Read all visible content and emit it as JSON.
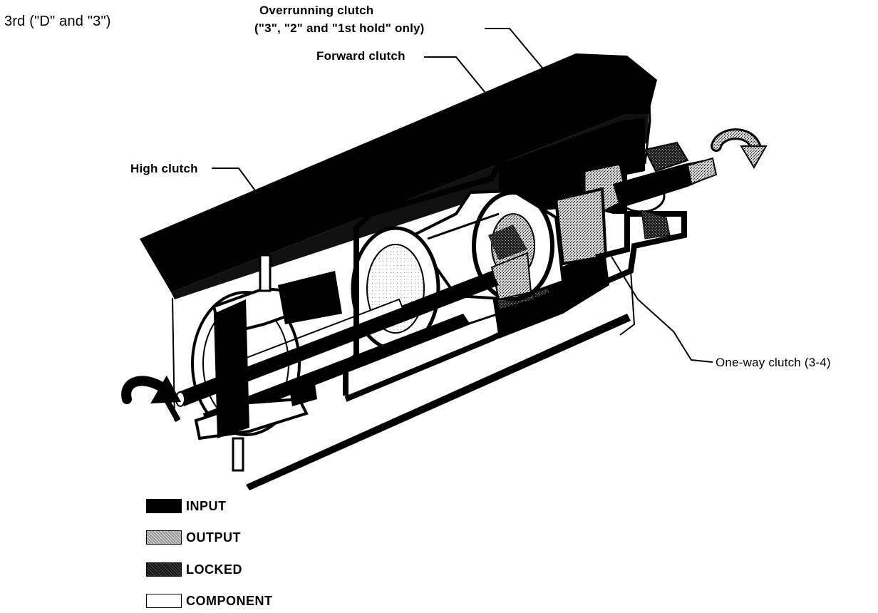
{
  "title": "3rd (\"D\" and \"3\")",
  "labels": {
    "overrunning_clutch_line1": "Overrunning clutch",
    "overrunning_clutch_line2": "(\"3\", \"2\" and \"1st hold\" only)",
    "forward_clutch": "Forward clutch",
    "high_clutch": "High clutch",
    "one_way_clutch": "One-way clutch (3-4)"
  },
  "legend": [
    {
      "label": "INPUT",
      "pattern": "solid-black"
    },
    {
      "label": "OUTPUT",
      "pattern": "light-stipple"
    },
    {
      "label": "LOCKED",
      "pattern": "dark-stipple"
    },
    {
      "label": "COMPONENT",
      "pattern": "white"
    }
  ],
  "colors": {
    "ink": "#000000",
    "paper": "#ffffff",
    "stipple_light": "#9a9a9a",
    "stipple_dark": "#333333"
  }
}
